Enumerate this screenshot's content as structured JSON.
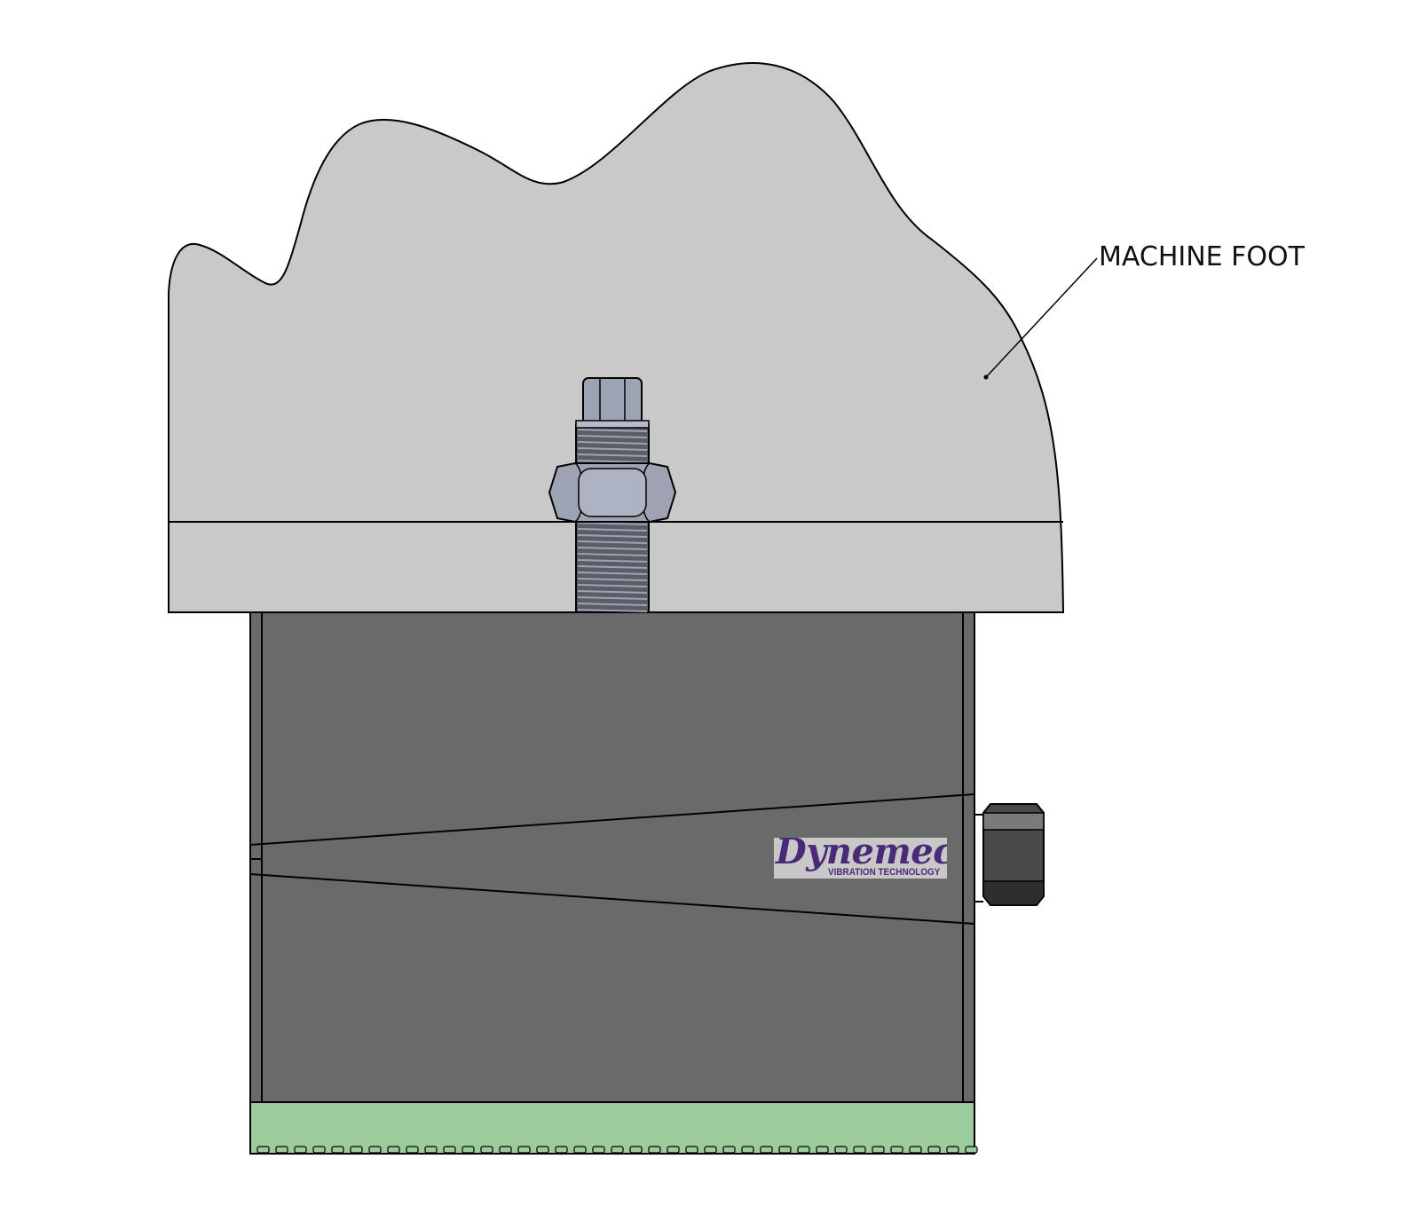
{
  "callout": {
    "label": "MACHINE FOOT"
  },
  "logo": {
    "brand": "Dynemech",
    "tagline": "VIBRATION TECHNOLOGY"
  },
  "colors": {
    "machine_foot": "#c9c9c9",
    "mount_body": "#6a6a6a",
    "base_pad": "#9ccc9c",
    "bolt": "#9ea3b4",
    "thread": "#5a5d66",
    "side_nut": "#4a4a4a",
    "outline": "#000000",
    "logo_text": "#4a2a78"
  },
  "icons": [
    "leveling-bolt-icon",
    "hex-nut-icon",
    "side-adjusting-nut-icon"
  ]
}
